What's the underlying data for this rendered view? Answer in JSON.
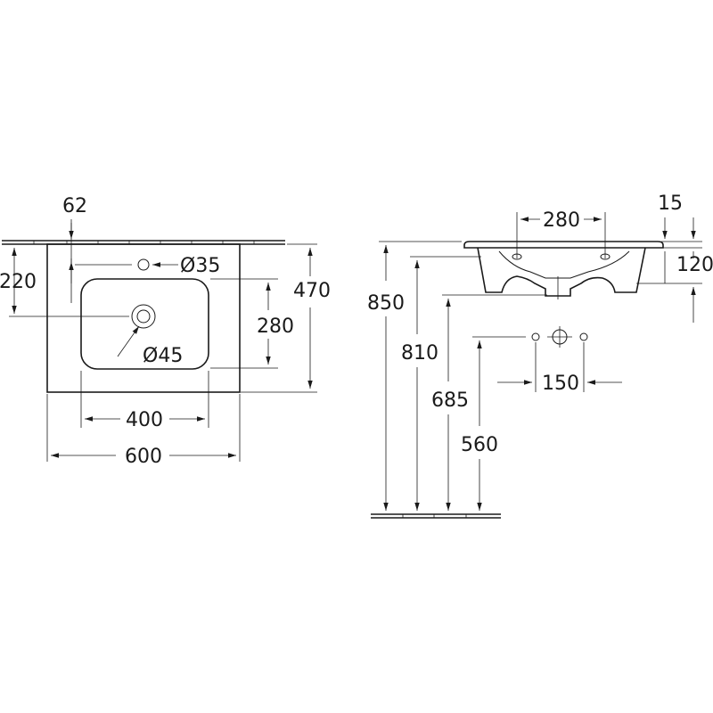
{
  "top_view": {
    "dims": {
      "offset_62": "62",
      "depth_220": "220",
      "overall_depth_470": "470",
      "bowl_depth_280": "280",
      "tap_hole": "Ø35",
      "drain": "Ø45",
      "bowl_width_400": "400",
      "overall_width_600": "600"
    }
  },
  "side_view": {
    "dims": {
      "hole_spacing_280": "280",
      "rim_15": "15",
      "height_120": "120",
      "height_850": "850",
      "height_810": "810",
      "height_685": "685",
      "height_560": "560",
      "supply_spacing_150": "150"
    }
  }
}
